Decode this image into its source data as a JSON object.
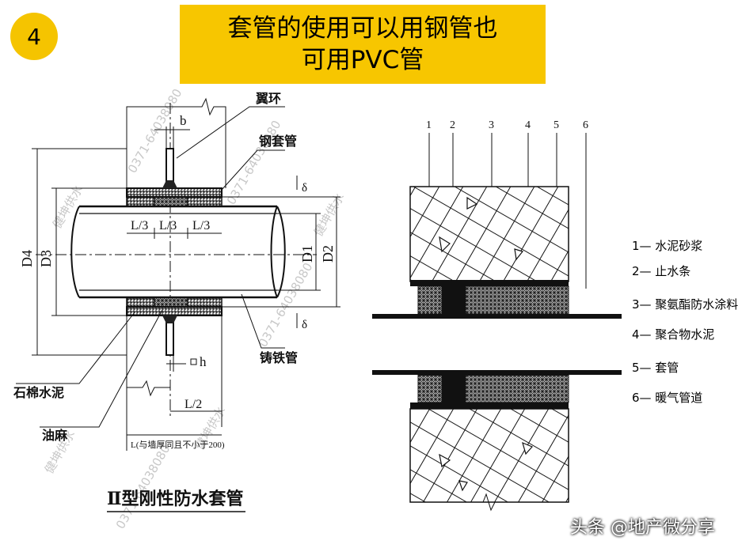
{
  "slide": {
    "number": "4",
    "title_line1": "套管的使用可以用钢管也",
    "title_line2": "可用PVC管"
  },
  "left_diagram": {
    "title": "Ⅱ型刚性防水套管",
    "labels": {
      "wing_ring": "翼环",
      "steel_sleeve": "钢套管",
      "cast_iron_pipe": "铸铁管",
      "asbestos_cement": "石棉水泥",
      "oakum": "油麻",
      "b": "b",
      "h": "h",
      "delta_top": "δ",
      "delta_bottom": "δ",
      "D4": "D4",
      "D3": "D3",
      "D1": "D1",
      "D2": "D2",
      "L3a": "L/3",
      "L3b": "L/3",
      "L3c": "L/3",
      "L2": "L/2",
      "L_note": "L(与墙厚同且不小于200)"
    },
    "watermarks": [
      "健坤供水",
      "0371-64038080"
    ]
  },
  "right_diagram": {
    "column_numbers": [
      "1",
      "2",
      "3",
      "4",
      "5",
      "6"
    ],
    "legend": [
      "1— 水泥砂浆",
      "2— 止水条",
      "3— 聚氨酯防水涂料",
      "4— 聚合物水泥",
      "5— 套管",
      "6— 暖气管道"
    ]
  },
  "footer": {
    "text": "头条 @地产微分享"
  }
}
